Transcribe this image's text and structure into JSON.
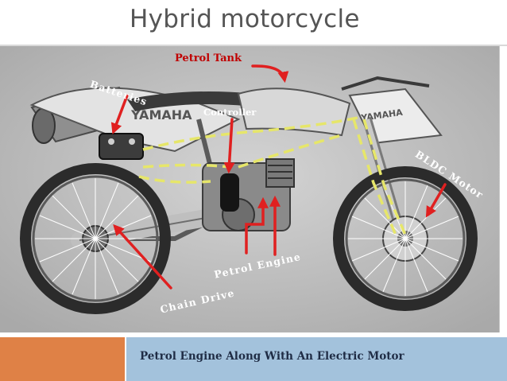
{
  "title": "Hybrid motorcycle",
  "labels": {
    "petrol_tank": "Petrol Tank",
    "batteries": "Batteries",
    "controller": "Controller",
    "bldc_motor": "BLDC Motor",
    "petrol_engine": "Petrol Engine",
    "chain_drive": "Chain Drive"
  },
  "footer": {
    "text": "Petrol Engine Along With An Electric Motor"
  },
  "colors": {
    "title": "#555555",
    "arrow": "#e02020",
    "wire": "#e6e66a",
    "label_tank": "#c00000",
    "label_white": "#ffffff",
    "footer_orange": "#df8146",
    "footer_blue": "#a3c2dc",
    "footer_text": "#1f2c45"
  }
}
